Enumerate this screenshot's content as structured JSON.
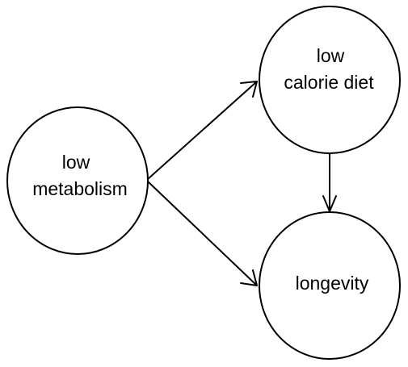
{
  "diagram": {
    "nodes": {
      "metabolism": {
        "line1": "low",
        "line2": "metabolism"
      },
      "diet": {
        "line1": "low",
        "line2": "calorie diet"
      },
      "longevity": {
        "line1": "longevity"
      }
    },
    "edges": [
      {
        "from": "low metabolism",
        "to": "low calorie diet"
      },
      {
        "from": "low metabolism",
        "to": "longevity"
      },
      {
        "from": "low calorie diet",
        "to": "longevity"
      }
    ]
  }
}
